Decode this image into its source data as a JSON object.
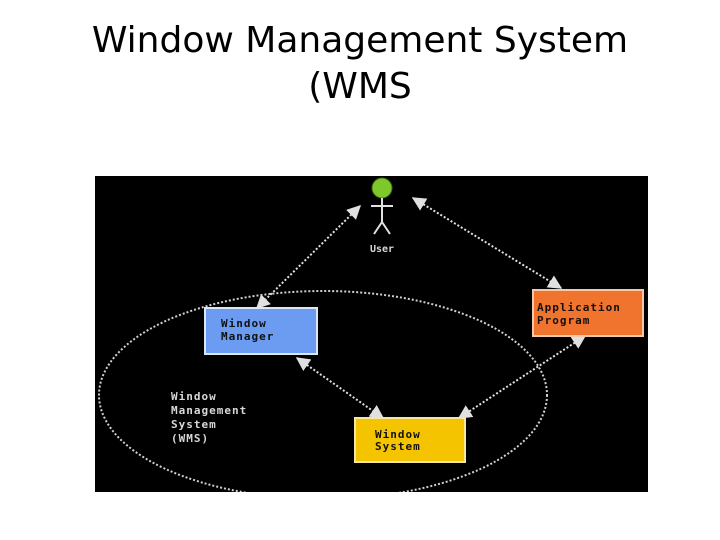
{
  "title": {
    "line1": "Window Management System",
    "line2": "(WMS"
  },
  "diagram": {
    "actor": {
      "label": "User",
      "head_color": "#7dc92c"
    },
    "nodes": {
      "window_manager": {
        "line1": "Window",
        "line2": "Manager",
        "color": "#6b9cf2"
      },
      "application_program": {
        "line1": "Application",
        "line2": "Program",
        "color": "#f0742e"
      },
      "window_system": {
        "line1": "Window",
        "line2": "System",
        "color": "#f5c400"
      }
    },
    "boundary": {
      "line1": "Window",
      "line2": "Management",
      "line3": "System",
      "line4": "(WMS)"
    }
  }
}
